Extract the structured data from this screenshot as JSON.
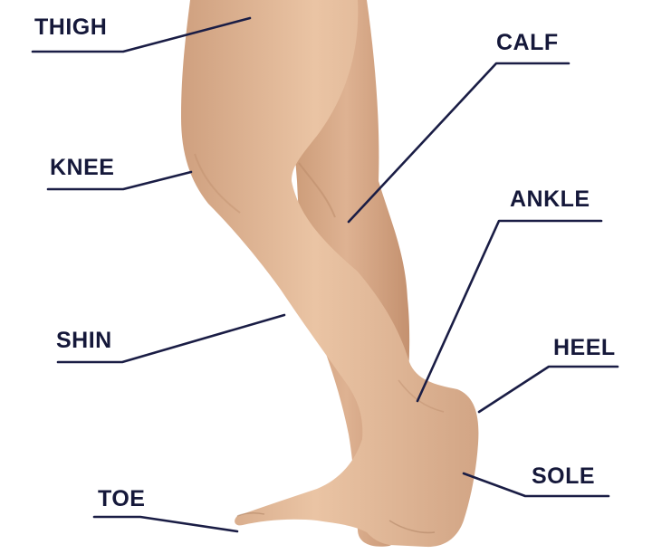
{
  "diagram": {
    "labels": {
      "thigh": "THIGH",
      "knee": "KNEE",
      "shin": "SHIN",
      "toe": "TOE",
      "calf": "CALF",
      "ankle": "ANKLE",
      "heel": "HEEL",
      "sole": "SOLE"
    }
  },
  "colors": {
    "background": "#ffffff",
    "label_text": "#15183a",
    "leader_line": "#1a1d45",
    "skin": "#e3b896",
    "skin_shadow": "#c99a78"
  }
}
